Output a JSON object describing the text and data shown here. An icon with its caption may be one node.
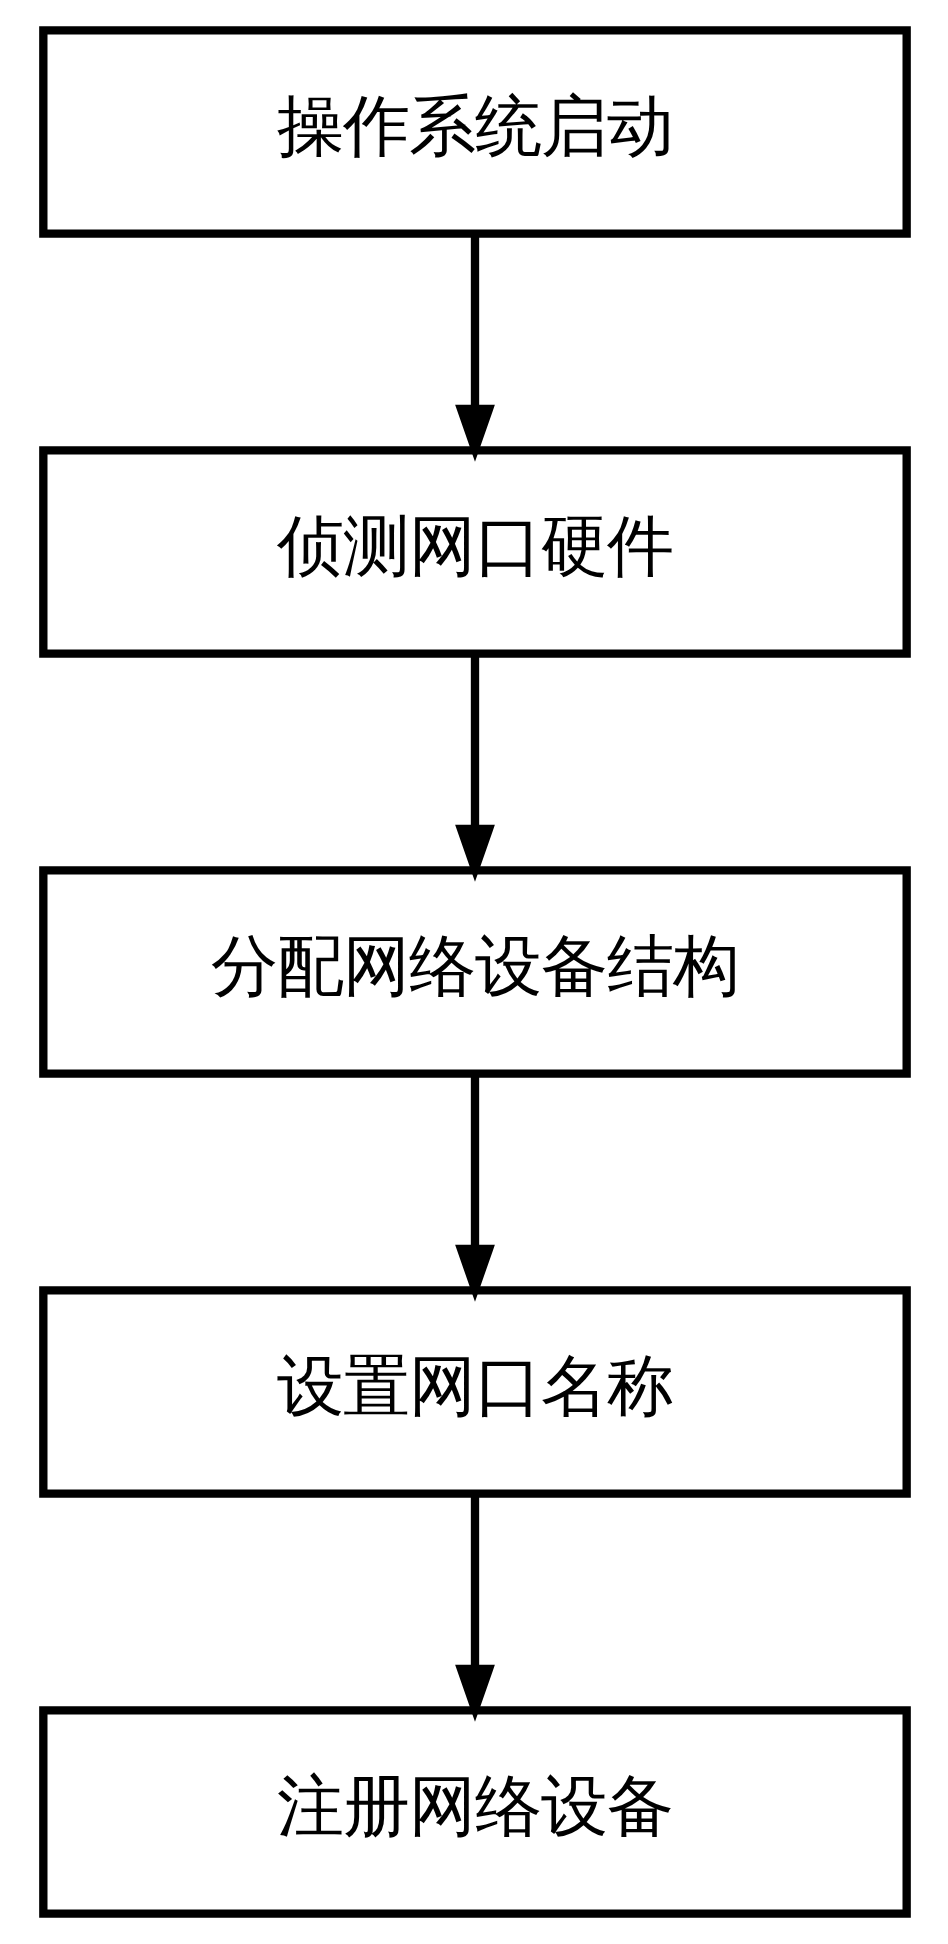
{
  "diagram": {
    "nodes": [
      {
        "text": [
          "操作系统启动"
        ]
      },
      {
        "text": [
          "侦测网口硬件"
        ]
      },
      {
        "text": [
          "分配网络设备结构"
        ]
      },
      {
        "text": [
          "设置网口名称"
        ]
      },
      {
        "text": [
          "注册网络设备"
        ]
      }
    ],
    "edges": [
      {
        "from": 0,
        "to": 1,
        "arrow": "to"
      },
      {
        "from": 1,
        "to": 2,
        "arrow": "to"
      },
      {
        "from": 2,
        "to": 3,
        "arrow": "to"
      },
      {
        "from": 3,
        "to": 4,
        "arrow": "to"
      }
    ]
  }
}
